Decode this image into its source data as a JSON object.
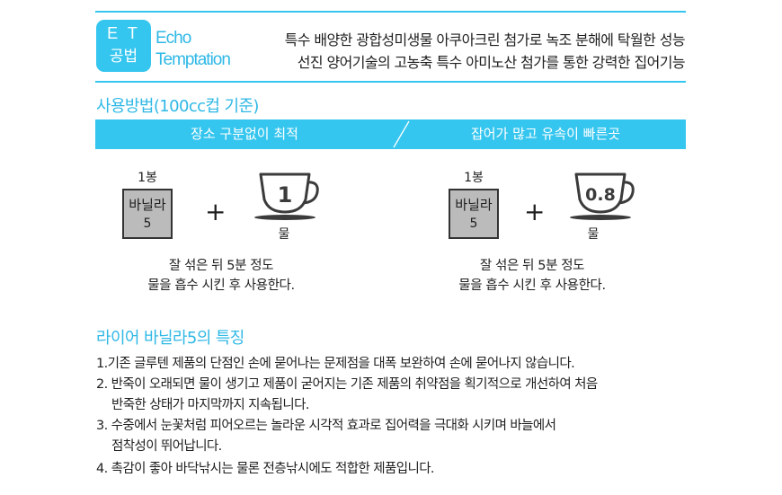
{
  "badge": {
    "line1": "E T",
    "line2": "공법"
  },
  "brand": {
    "line1": "Echo",
    "line2": "Temptation"
  },
  "descriptions": [
    "특수 배양한 광합성미생물 아쿠아크린 첨가로 녹조 분해에 탁월한 성능",
    "선진 양어기술의 고농축 특수 아미노산 첨가를 통한 강력한 집어기능"
  ],
  "usage": {
    "title": "사용방법(100cc컵 기준)",
    "columns": [
      {
        "heading": "장소 구분없이 최적",
        "bag_count": "1봉",
        "product_line1": "바닐라",
        "product_line2": "5",
        "plus": "+",
        "cup_value": "1",
        "water_label": "물",
        "instruction_line1": "잘 섞은 뒤 5분 정도",
        "instruction_line2": "물을 흡수 시킨 후 사용한다."
      },
      {
        "heading": "잡어가 많고 유속이 빠른곳",
        "bag_count": "1봉",
        "product_line1": "바닐라",
        "product_line2": "5",
        "plus": "+",
        "cup_value": "0.8",
        "water_label": "물",
        "instruction_line1": "잘 섞은 뒤 5분 정도",
        "instruction_line2": "물을 흡수 시킨 후 사용한다."
      }
    ]
  },
  "features": {
    "title": "라이어 바닐라5의 특징",
    "lines": [
      "1.기존 글루텐 제품의 단점인 손에 묻어나는 문제점을 대폭 보완하여 손에 묻어나지 않습니다.",
      "2. 반죽이 오래되면 물이 생기고 제품이 굳어지는 기존 제품의 취약점을 획기적으로 개선하여 처음",
      "반죽한 상태가 마지막까지 지속됩니다.",
      "3. 수중에서 눈꽃처럼 피어오르는 놀라운 시각적 효과로 집어력을 극대화 시키며 바늘에서",
      "점착성이 뛰어납니다.",
      "4. 촉감이 좋아 바닥낚시는 물론 전층낚시에도 적합한 제품입니다."
    ]
  },
  "colors": {
    "accent": "#35c6ef",
    "packet": "#bbbbbb",
    "cup_stroke": "#3b3b3b"
  }
}
